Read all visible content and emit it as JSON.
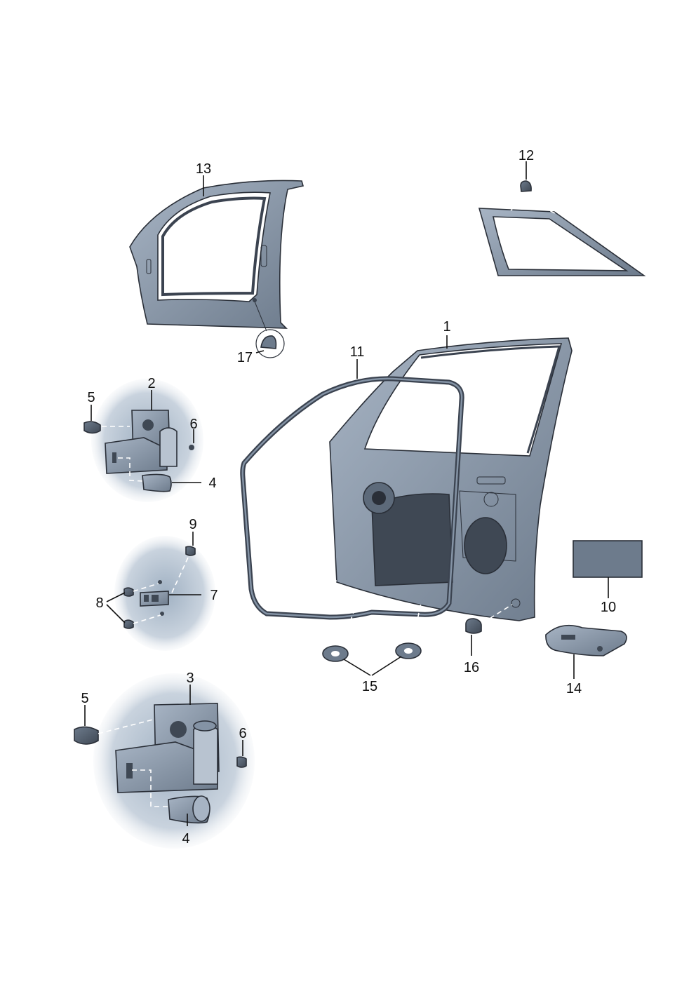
{
  "diagram": {
    "callouts": {
      "c1": "1",
      "c2": "2",
      "c3": "3",
      "c4a": "4",
      "c4b": "4",
      "c5a": "5",
      "c5b": "5",
      "c6a": "6",
      "c6b": "6",
      "c7": "7",
      "c8": "8",
      "c9": "9",
      "c10": "10",
      "c11": "11",
      "c12": "12",
      "c13": "13",
      "c14": "14",
      "c15": "15",
      "c16": "16",
      "c17": "17"
    },
    "colors": {
      "panel": "#8493a5",
      "panel_dark": "#5d6a7a",
      "panel_light": "#b8c3d0",
      "background_shadow": "#c9d3de",
      "seal": "#3b4350",
      "line": "#111111"
    }
  }
}
